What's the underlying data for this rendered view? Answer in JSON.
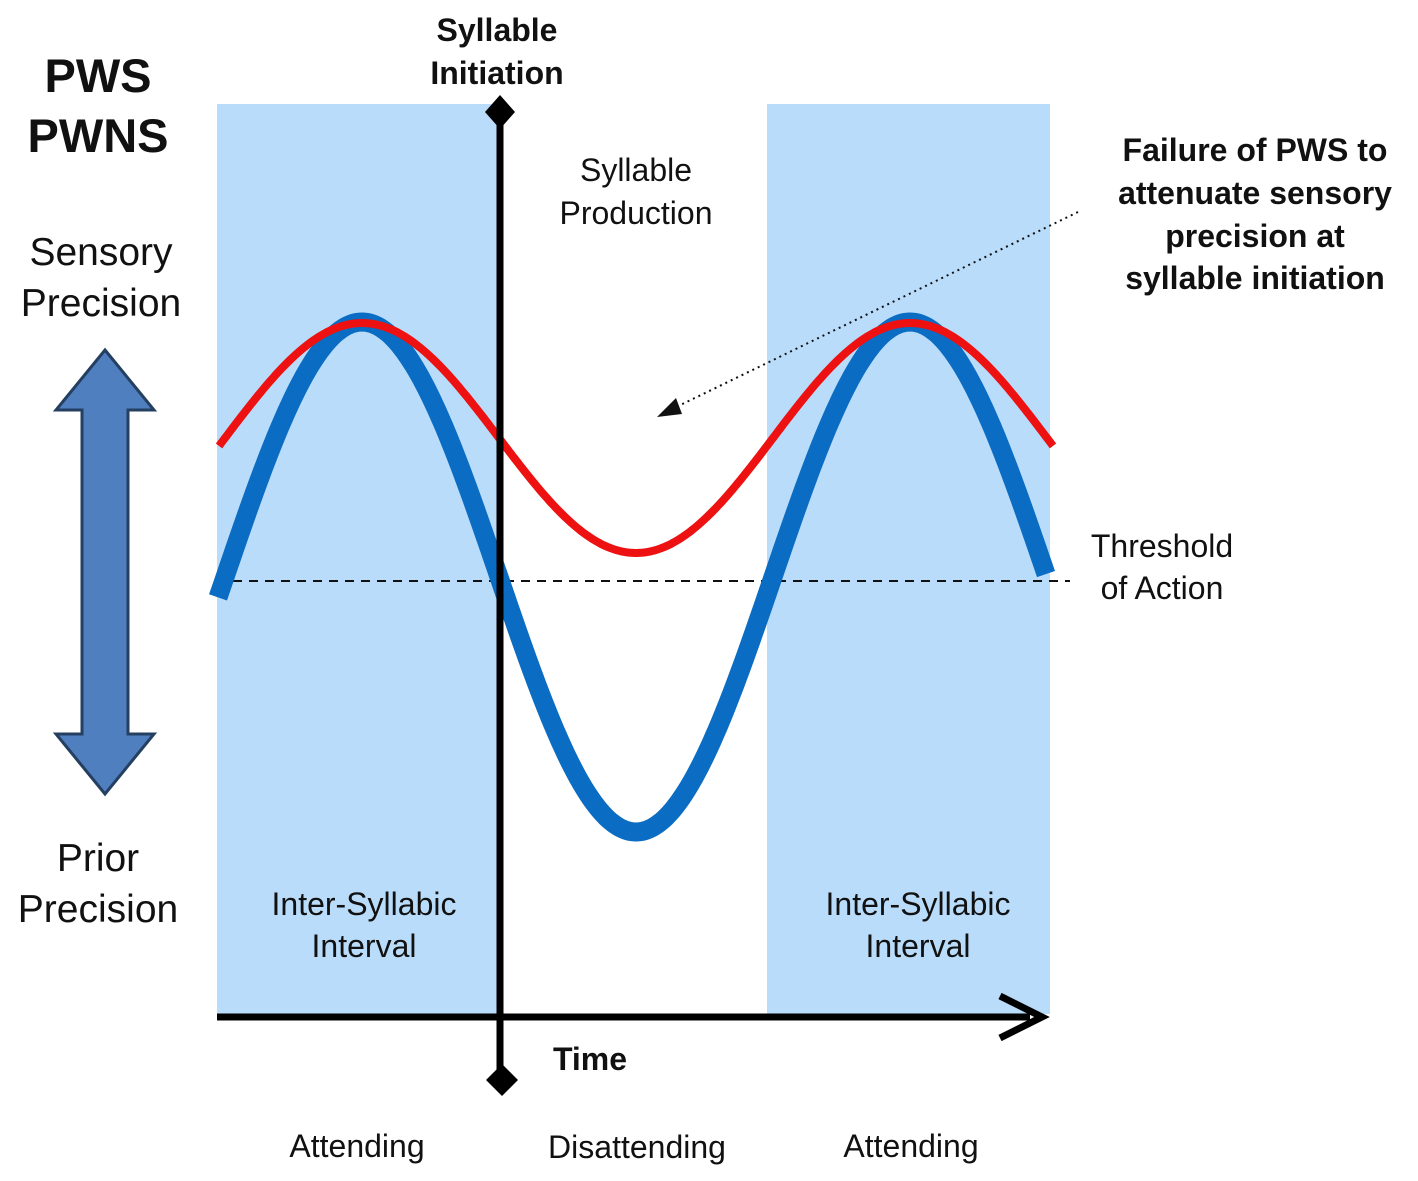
{
  "legend": {
    "pws": {
      "label": "PWS",
      "color": "#ee1111"
    },
    "pwns": {
      "label": "PWNS",
      "color": "#4472c4"
    }
  },
  "y_axis": {
    "top_label": [
      "Sensory",
      "Precision"
    ],
    "bottom_label": [
      "Prior",
      "Precision"
    ],
    "arrow_color": "#4f7fbf"
  },
  "annotations": {
    "syllable_initiation": [
      "Syllable",
      "Initiation"
    ],
    "syllable_production": [
      "Syllable",
      "Production"
    ],
    "failure_note": [
      "Failure of PWS to",
      "attenuate sensory",
      "precision at",
      "syllable initiation"
    ],
    "threshold": [
      "Threshold",
      "of Action"
    ],
    "interval_left": [
      "Inter-Syllabic",
      "Interval"
    ],
    "interval_right": [
      "Inter-Syllabic",
      "Interval"
    ]
  },
  "x_axis": {
    "label": "Time"
  },
  "phases": [
    "Attending",
    "Disattending",
    "Attending"
  ],
  "colors": {
    "shade": "#b9dcfa",
    "pws_curve": "#ee1111",
    "pwns_curve": "#0a6cc2"
  }
}
